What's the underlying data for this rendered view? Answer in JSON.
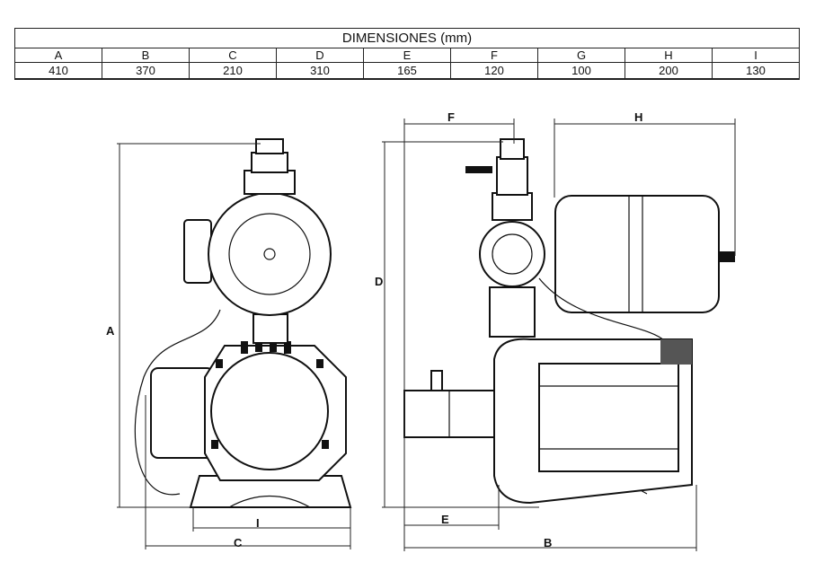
{
  "table": {
    "title": "DIMENSIONES (mm)",
    "headers": [
      "A",
      "B",
      "C",
      "D",
      "E",
      "F",
      "G",
      "H",
      "I"
    ],
    "values": [
      "410",
      "370",
      "210",
      "310",
      "165",
      "120",
      "100",
      "200",
      "130"
    ]
  },
  "drawing": {
    "labels": {
      "A": "A",
      "B": "B",
      "C": "C",
      "D": "D",
      "E": "E",
      "F": "F",
      "H": "H",
      "I": "I"
    }
  }
}
